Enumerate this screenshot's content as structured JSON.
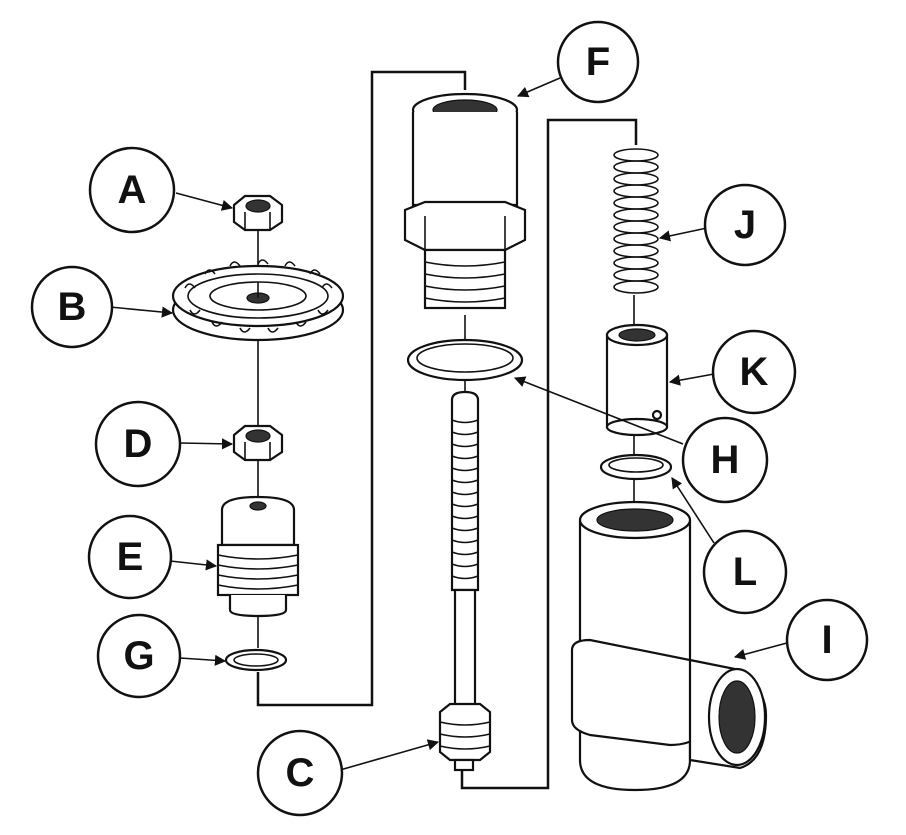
{
  "callouts": [
    {
      "id": "A",
      "label": "A"
    },
    {
      "id": "B",
      "label": "B"
    },
    {
      "id": "C",
      "label": "C"
    },
    {
      "id": "D",
      "label": "D"
    },
    {
      "id": "E",
      "label": "E"
    },
    {
      "id": "F",
      "label": "F"
    },
    {
      "id": "G",
      "label": "G"
    },
    {
      "id": "H",
      "label": "H"
    },
    {
      "id": "I",
      "label": "I"
    },
    {
      "id": "J",
      "label": "J"
    },
    {
      "id": "K",
      "label": "K"
    },
    {
      "id": "L",
      "label": "L"
    }
  ]
}
